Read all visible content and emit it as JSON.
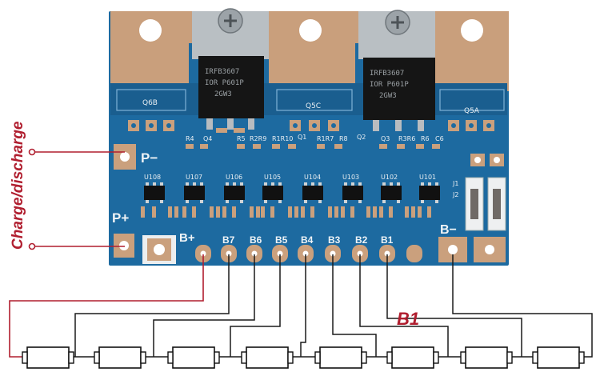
{
  "side_label": "Charge/discharge",
  "balance_label": "B1",
  "board": {
    "terminal_p_minus": "P−",
    "terminal_p_plus": "P+",
    "terminal_b_plus": "B+",
    "terminal_b_minus": "B−",
    "tap_labels": [
      "B7",
      "B6",
      "B5",
      "B4",
      "B3",
      "B2",
      "B1"
    ],
    "mosfet_refs": [
      "Q6B",
      "Q5C",
      "Q5A"
    ],
    "mosfet_marking": {
      "line1": "IRFB3607",
      "line2": "IOR P601P",
      "line3": "2GW3"
    },
    "chip_refs": [
      "U108",
      "U107",
      "U106",
      "U105",
      "U104",
      "U103",
      "U102",
      "U101"
    ],
    "resistor_refs": [
      "R4",
      "Q4",
      "R5",
      "R2R9",
      "R1R10",
      "Q1",
      "R1R7",
      "R8",
      "Q2",
      "Q3",
      "R3R6",
      "R6",
      "C6"
    ],
    "jumper_refs": [
      "J1",
      "J2"
    ]
  },
  "battery_cells": 8,
  "colors": {
    "pcb": "#1d6aa0",
    "copper": "#caa07d",
    "wire": "#1a1a1a",
    "accent": "#b01e2f"
  }
}
